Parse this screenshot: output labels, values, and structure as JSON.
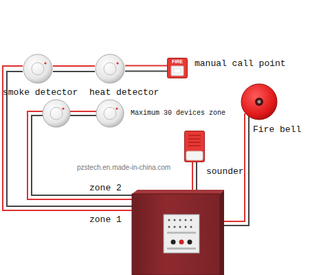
{
  "diagram": {
    "nodes": [
      {
        "text": [
          "smoke detector"
        ]
      },
      {
        "text": [
          "heat detector"
        ]
      },
      {
        "text": [
          "FIRE",
          "manual call point"
        ]
      },
      {
        "text": [
          "Fire bell"
        ]
      },
      {
        "text": [
          "sounder"
        ]
      }
    ],
    "edges": [
      {
        "from": 0,
        "to": 1,
        "arrow": "none"
      },
      {
        "from": 1,
        "to": 2,
        "arrow": "none"
      }
    ],
    "labels": [
      "Maximum 30 devices zone",
      "pzstech.en.made-in-china.com",
      "zone 2",
      "zone 1"
    ]
  }
}
